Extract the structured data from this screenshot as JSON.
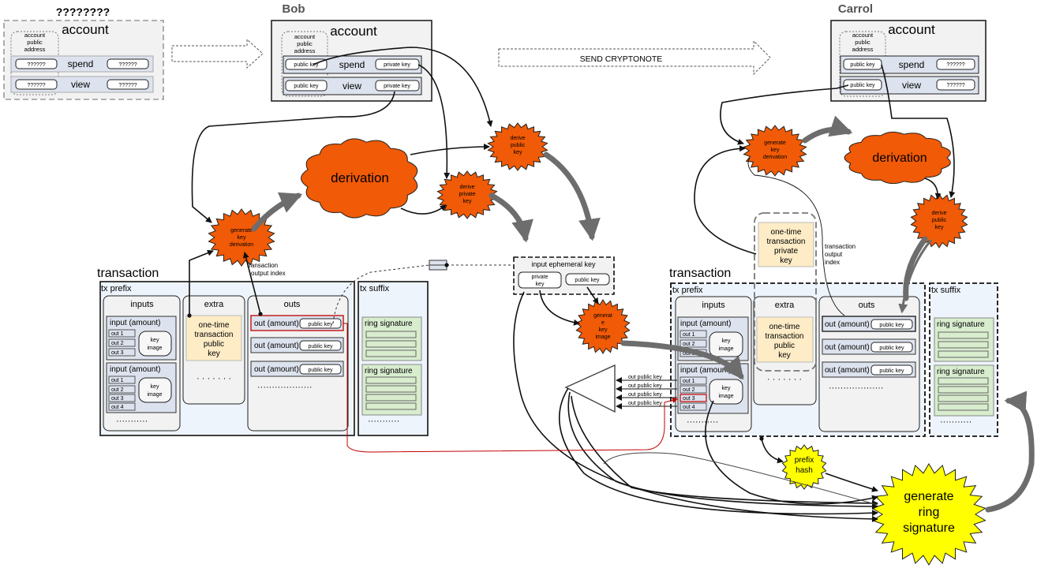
{
  "anon_account": {
    "title": "????????",
    "header": "account",
    "address_label": [
      "account",
      "public",
      "address"
    ],
    "spend_label": "spend",
    "view_label": "view",
    "key_placeholder": "??????"
  },
  "bob_account": {
    "title": "Bob",
    "header": "account",
    "address_label": [
      "account",
      "public",
      "address"
    ],
    "spend_label": "spend",
    "view_label": "view",
    "public_key": "public key",
    "private_key": "private key"
  },
  "carrol_account": {
    "title": "Carrol",
    "header": "account",
    "address_label": [
      "account",
      "public",
      "address"
    ],
    "spend_label": "spend",
    "view_label": "view",
    "public_key": "public key",
    "key_placeholder": "??????"
  },
  "send_label": "SEND CRYPTONOTE",
  "bob_ops": {
    "derivation": "derivation",
    "generate_key_derivation": [
      "generate",
      "key",
      "derivation"
    ],
    "derive_public_key": [
      "derive",
      "public",
      "key"
    ],
    "derive_private_key": [
      "derive",
      "private",
      "key"
    ],
    "tx_output_index": [
      "transaction",
      "output index"
    ]
  },
  "input_ephemeral": {
    "title": "input  ephemeral key",
    "private_key": [
      "private",
      "key"
    ],
    "public_key": "public key",
    "generate_key_image": [
      "generat",
      "e",
      "key",
      "image"
    ]
  },
  "bob_tx": {
    "title": "transaction",
    "prefix": "tx prefix",
    "suffix": "tx suffix",
    "inputs_label": "inputs",
    "extra_label": "extra",
    "outs_label": "outs",
    "input_label": "input (amount)",
    "key_image": [
      "key",
      "image"
    ],
    "outs_list": [
      "out 1",
      "out 2",
      "out 3",
      "out 4"
    ],
    "one_time_key": [
      "one-time",
      "transaction",
      "public",
      "key"
    ],
    "out_amount": "out (amount)",
    "public_key": "public key",
    "ring_signature": "ring signature",
    "dots_short": "···········",
    "dots_long": "···················",
    "dots_extra": "· · · · · · ·"
  },
  "carrol_ops": {
    "derivation": "derivation",
    "generate_key_derivation": [
      "generate",
      "key",
      "derivation"
    ],
    "derive_public_key": [
      "derive",
      "public",
      "key"
    ],
    "one_time_private_key": [
      "one-time",
      "transaction",
      "private",
      "key"
    ],
    "tx_output_index": [
      "transaction",
      "output",
      "index"
    ]
  },
  "carrol_tx": {
    "title": "transaction",
    "prefix": "tx prefix",
    "suffix": "tx suffix",
    "inputs_label": "inputs",
    "extra_label": "extra",
    "outs_label": "outs",
    "input_label": "input (amount)",
    "key_image": [
      "key",
      "image"
    ],
    "outs_list": [
      "out 1",
      "out 2",
      "out 3",
      "out 4"
    ],
    "one_time_key": [
      "one-time",
      "transaction",
      "public",
      "key"
    ],
    "out_amount": "out (amount)",
    "public_key": "public key",
    "ring_signature": "ring signature",
    "dots_short": "···········",
    "dots_long": "···················",
    "dots_extra": "· · · · · · ·"
  },
  "ring": {
    "out_public_key": "out public key",
    "prefix_hash": [
      "prefix",
      "hash"
    ],
    "generate_ring_signature": [
      "generate",
      "ring",
      "signature"
    ]
  },
  "colors": {
    "orange": "#f15a06",
    "yellow": "#ffff00",
    "tx_bg": "#eef4fb",
    "account_bg": "#f2f2f2",
    "row_bg": "#dde3ee",
    "one_time_bg": "#fdecc6",
    "ring_bg": "#d8ecce",
    "red": "#c00000",
    "arrow_gray": "#6d6d6d"
  }
}
